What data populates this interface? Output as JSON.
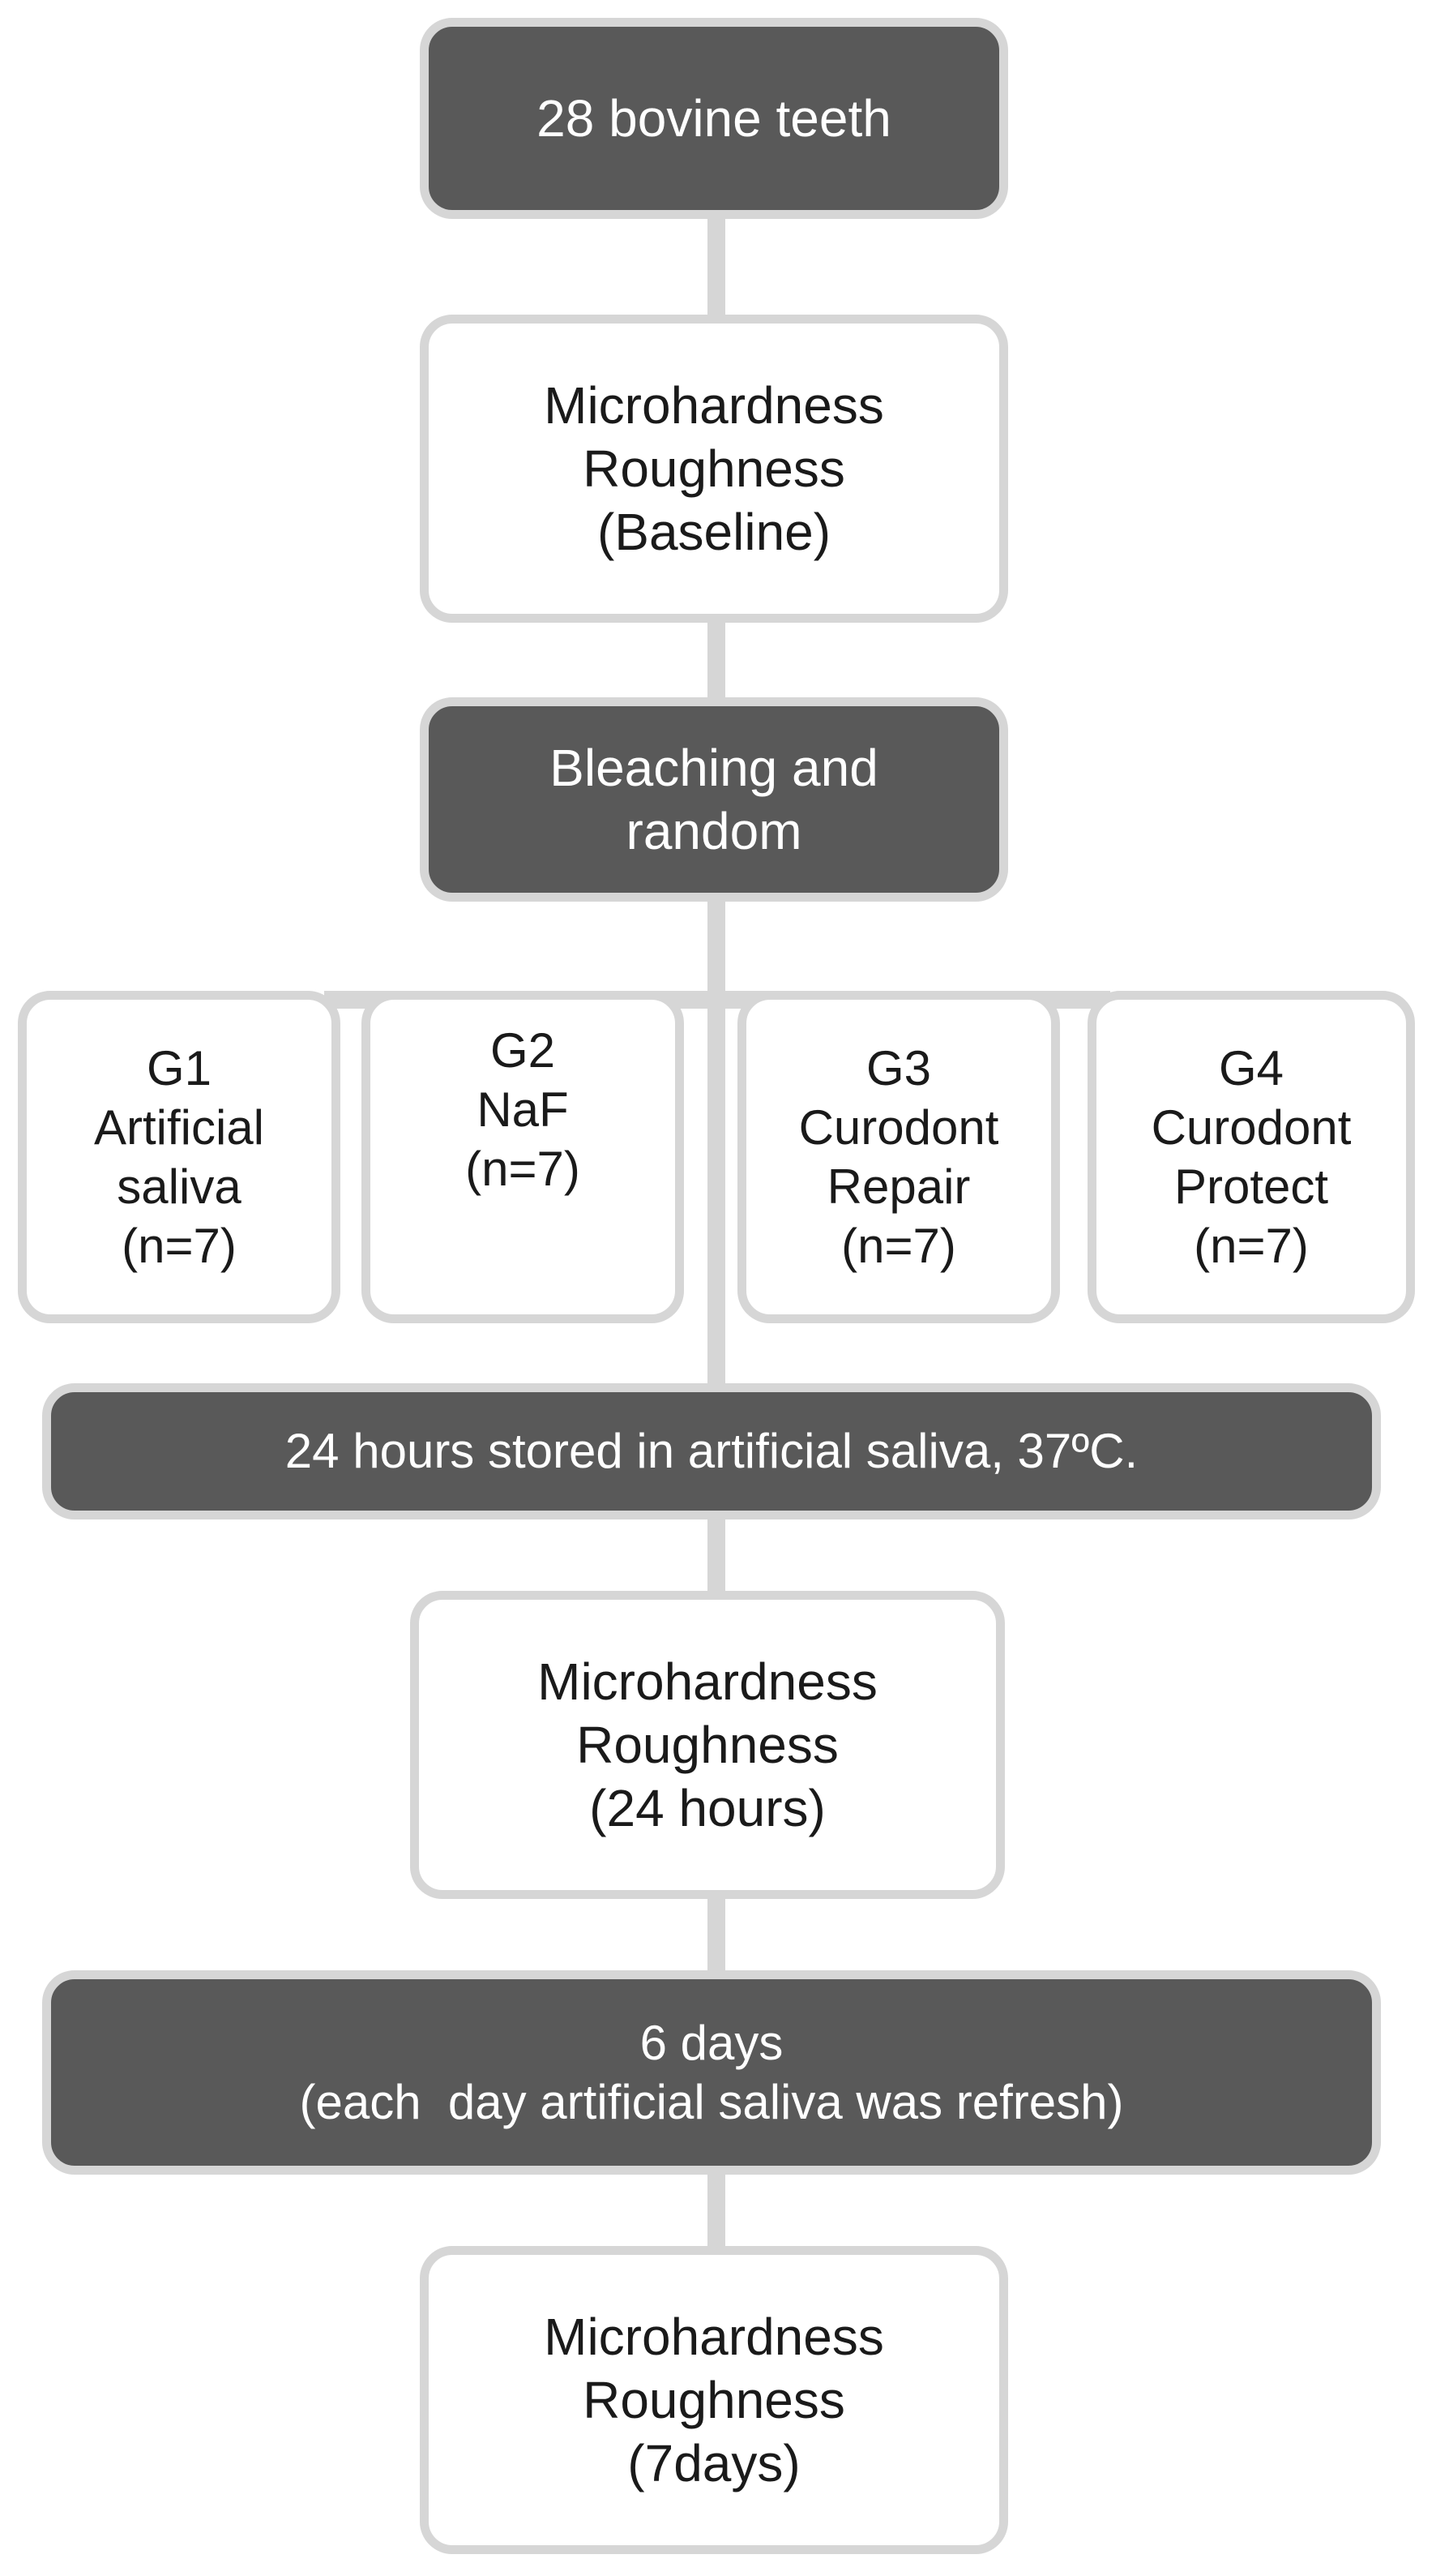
{
  "colors": {
    "dark_fill": "#595959",
    "border": "#d6d6d6",
    "light_fill": "#ffffff",
    "light_text": "#1a1a1a",
    "dark_text": "#ffffff"
  },
  "flow": {
    "start": [
      "28 bovine teeth"
    ],
    "baseline": [
      "Microhardness",
      "Roughness",
      "(Baseline)"
    ],
    "bleach": [
      "Bleaching and",
      "random"
    ],
    "groups": [
      [
        "G1",
        "Artificial",
        "saliva",
        "(n=7)"
      ],
      [
        "G2",
        "NaF",
        "(n=7)"
      ],
      [
        "G3",
        "Curodont",
        "Repair",
        "(n=7)"
      ],
      [
        "G4",
        "Curodont",
        "Protect",
        "(n=7)"
      ]
    ],
    "store": [
      "24 hours stored in artificial saliva, 37ºC."
    ],
    "measure24": [
      "Microhardness",
      "Roughness",
      "(24 hours)"
    ],
    "sixdays": [
      "6 days",
      "(each  day artificial saliva was refresh)"
    ],
    "measure7": [
      "Microhardness",
      "Roughness",
      "(7days)"
    ]
  }
}
